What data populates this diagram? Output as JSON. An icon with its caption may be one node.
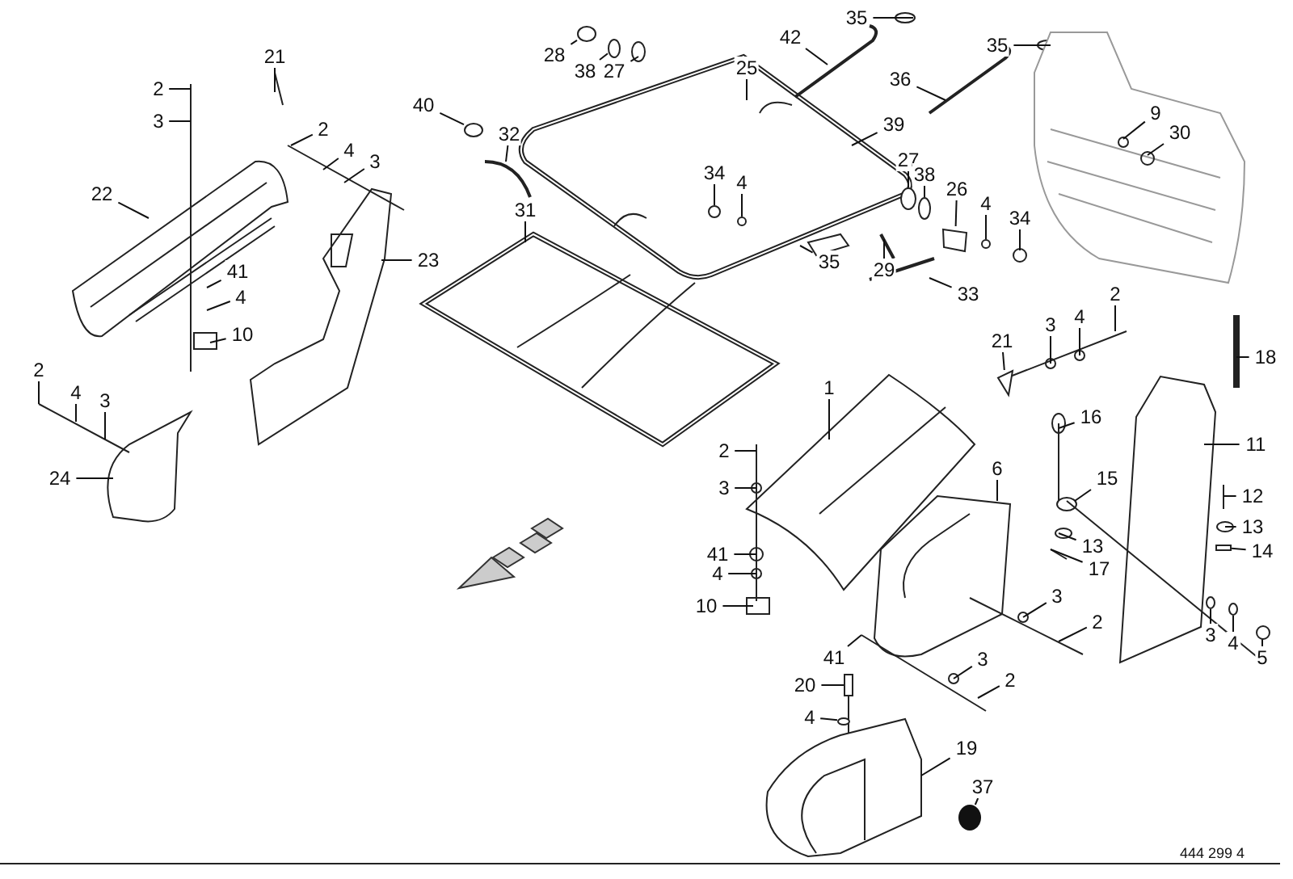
{
  "diagram": {
    "nodes": [
      {
        "text": [
          "2"
        ]
      },
      {
        "text": [
          "3"
        ]
      },
      {
        "text": [
          "21"
        ]
      },
      {
        "text": [
          "22"
        ]
      },
      {
        "text": [
          "2"
        ]
      },
      {
        "text": [
          "4"
        ]
      },
      {
        "text": [
          "3"
        ]
      },
      {
        "text": [
          "23"
        ]
      },
      {
        "text": [
          "41"
        ]
      },
      {
        "text": [
          "4"
        ]
      },
      {
        "text": [
          "10"
        ]
      },
      {
        "text": [
          "2"
        ]
      },
      {
        "text": [
          "4"
        ]
      },
      {
        "text": [
          "3"
        ]
      },
      {
        "text": [
          "24"
        ]
      },
      {
        "text": [
          "40"
        ]
      },
      {
        "text": [
          "32"
        ]
      },
      {
        "text": [
          "28"
        ]
      },
      {
        "text": [
          "38"
        ]
      },
      {
        "text": [
          "27"
        ]
      },
      {
        "text": [
          "42"
        ]
      },
      {
        "text": [
          "25"
        ]
      },
      {
        "text": [
          "35"
        ]
      },
      {
        "text": [
          "35"
        ]
      },
      {
        "text": [
          "36"
        ]
      },
      {
        "text": [
          "39"
        ]
      },
      {
        "text": [
          "31"
        ]
      },
      {
        "text": [
          "34"
        ]
      },
      {
        "text": [
          "4"
        ]
      },
      {
        "text": [
          "35"
        ]
      },
      {
        "text": [
          "27"
        ]
      },
      {
        "text": [
          "38"
        ]
      },
      {
        "text": [
          "26"
        ]
      },
      {
        "text": [
          "4"
        ]
      },
      {
        "text": [
          "34"
        ]
      },
      {
        "text": [
          "29"
        ]
      },
      {
        "text": [
          "33"
        ]
      },
      {
        "text": [
          "9"
        ]
      },
      {
        "text": [
          "30"
        ]
      },
      {
        "text": [
          "21"
        ]
      },
      {
        "text": [
          "3"
        ]
      },
      {
        "text": [
          "4"
        ]
      },
      {
        "text": [
          "2"
        ]
      },
      {
        "text": [
          "18"
        ]
      },
      {
        "text": [
          "1"
        ]
      },
      {
        "text": [
          "16"
        ]
      },
      {
        "text": [
          "15"
        ]
      },
      {
        "text": [
          "11"
        ]
      },
      {
        "text": [
          "12"
        ]
      },
      {
        "text": [
          "13"
        ]
      },
      {
        "text": [
          "13"
        ]
      },
      {
        "text": [
          "14"
        ]
      },
      {
        "text": [
          "17"
        ]
      },
      {
        "text": [
          "2"
        ]
      },
      {
        "text": [
          "3"
        ]
      },
      {
        "text": [
          "6"
        ]
      },
      {
        "text": [
          "41"
        ]
      },
      {
        "text": [
          "4"
        ]
      },
      {
        "text": [
          "10"
        ]
      },
      {
        "text": [
          "3"
        ]
      },
      {
        "text": [
          "2"
        ]
      },
      {
        "text": [
          "3"
        ]
      },
      {
        "text": [
          "4"
        ]
      },
      {
        "text": [
          "5"
        ]
      },
      {
        "text": [
          "41"
        ]
      },
      {
        "text": [
          "3"
        ]
      },
      {
        "text": [
          "2"
        ]
      },
      {
        "text": [
          "20"
        ]
      },
      {
        "text": [
          "4"
        ]
      },
      {
        "text": [
          "19"
        ]
      },
      {
        "text": [
          "37"
        ]
      },
      {
        "text": [],
        "shape": "circle"
      },
      {
        "text": [],
        "shape": "circle"
      },
      {
        "text": [],
        "shape": "circle"
      },
      {
        "text": [],
        "shape": "circle"
      },
      {
        "text": [],
        "shape": "box"
      },
      {
        "text": [],
        "shape": "circle"
      },
      {
        "text": [],
        "shape": "picture"
      },
      {
        "text": [],
        "shape": "bar"
      },
      {
        "text": [],
        "shape": "circle"
      },
      {
        "text": [],
        "shape": "circle"
      },
      {
        "text": [],
        "shape": "bar"
      },
      {
        "text": [],
        "shape": "disc"
      },
      {
        "text": [],
        "shape": "circle"
      },
      {
        "text": [],
        "shape": "circle"
      },
      {
        "text": [],
        "shape": "circle"
      },
      {
        "text": [],
        "shape": "circle"
      },
      {
        "text": [],
        "shape": "circle"
      }
    ],
    "edges": [
      {
        "from": 0,
        "to": null,
        "arrow": "none"
      },
      {
        "from": 1,
        "to": null,
        "arrow": "none"
      },
      {
        "from": 2,
        "to": null,
        "arrow": "none"
      },
      {
        "from": 3,
        "to": null,
        "arrow": "none"
      },
      {
        "from": 4,
        "to": null,
        "arrow": "none"
      },
      {
        "from": 5,
        "to": null,
        "arrow": "none"
      },
      {
        "from": 6,
        "to": null,
        "arrow": "none"
      },
      {
        "from": 7,
        "to": null,
        "arrow": "none"
      },
      {
        "from": 8,
        "to": null,
        "arrow": "none"
      },
      {
        "from": 9,
        "to": null,
        "arrow": "none"
      },
      {
        "from": 10,
        "to": null,
        "arrow": "none"
      },
      {
        "from": 11,
        "to": null,
        "arrow": "none"
      },
      {
        "from": 12,
        "to": null,
        "arrow": "none"
      },
      {
        "from": 13,
        "to": null,
        "arrow": "none"
      },
      {
        "from": 14,
        "to": null,
        "arrow": "none"
      },
      {
        "from": 15,
        "to": 71,
        "arrow": "none"
      },
      {
        "from": 16,
        "to": null,
        "arrow": "none"
      },
      {
        "from": 17,
        "to": 83,
        "arrow": "none"
      },
      {
        "from": 18,
        "to": 72,
        "arrow": "none"
      },
      {
        "from": 19,
        "to": null,
        "arrow": "none"
      },
      {
        "from": 20,
        "to": null,
        "arrow": "none"
      },
      {
        "from": 21,
        "to": null,
        "arrow": "none"
      },
      {
        "from": 22,
        "to": null,
        "arrow": "none"
      },
      {
        "from": 23,
        "to": null,
        "arrow": "none"
      },
      {
        "from": 24,
        "to": null,
        "arrow": "none"
      },
      {
        "from": 25,
        "to": null,
        "arrow": "none"
      },
      {
        "from": 26,
        "to": null,
        "arrow": "none"
      },
      {
        "from": 27,
        "to": 73,
        "arrow": "none"
      },
      {
        "from": 28,
        "to": 84,
        "arrow": "none"
      },
      {
        "from": 29,
        "to": null,
        "arrow": "none"
      },
      {
        "from": 30,
        "to": 74,
        "arrow": "none"
      },
      {
        "from": 31,
        "to": 85,
        "arrow": "none"
      },
      {
        "from": 32,
        "to": 75,
        "arrow": "none"
      },
      {
        "from": 33,
        "to": 76,
        "arrow": "none"
      },
      {
        "from": 34,
        "to": null,
        "arrow": "none"
      },
      {
        "from": 35,
        "to": null,
        "arrow": "none"
      },
      {
        "from": 36,
        "to": null,
        "arrow": "none"
      },
      {
        "from": 37,
        "to": null,
        "arrow": "none"
      },
      {
        "from": 38,
        "to": null,
        "arrow": "none"
      },
      {
        "from": 39,
        "to": 77,
        "arrow": "none"
      },
      {
        "from": 40,
        "to": null,
        "arrow": "none"
      },
      {
        "from": 41,
        "to": null,
        "arrow": "none"
      },
      {
        "from": 42,
        "to": null,
        "arrow": "none"
      },
      {
        "from": 43,
        "to": null,
        "arrow": "none"
      },
      {
        "from": 44,
        "to": null,
        "arrow": "none"
      },
      {
        "from": 45,
        "to": null,
        "arrow": "none"
      },
      {
        "from": 46,
        "to": null,
        "arrow": "none"
      },
      {
        "from": 47,
        "to": null,
        "arrow": "none"
      },
      {
        "from": 48,
        "to": null,
        "arrow": "none"
      },
      {
        "from": 49,
        "to": null,
        "arrow": "none"
      },
      {
        "from": 50,
        "to": null,
        "arrow": "none"
      },
      {
        "from": 51,
        "to": 78,
        "arrow": "none"
      },
      {
        "from": 52,
        "to": null,
        "arrow": "none"
      },
      {
        "from": 53,
        "to": null,
        "arrow": "none"
      },
      {
        "from": 54,
        "to": null,
        "arrow": "none"
      },
      {
        "from": 55,
        "to": null,
        "arrow": "none"
      },
      {
        "from": 56,
        "to": null,
        "arrow": "none"
      },
      {
        "from": 57,
        "to": null,
        "arrow": "none"
      },
      {
        "from": 58,
        "to": null,
        "arrow": "none"
      },
      {
        "from": 59,
        "to": null,
        "arrow": "none"
      },
      {
        "from": 60,
        "to": null,
        "arrow": "none"
      },
      {
        "from": 61,
        "to": 86,
        "arrow": "none"
      },
      {
        "from": 62,
        "to": 79,
        "arrow": "none"
      },
      {
        "from": 63,
        "to": 80,
        "arrow": "none"
      },
      {
        "from": 64,
        "to": null,
        "arrow": "none"
      },
      {
        "from": 65,
        "to": null,
        "arrow": "none"
      },
      {
        "from": 66,
        "to": null,
        "arrow": "none"
      },
      {
        "from": 67,
        "to": 81,
        "arrow": "none"
      },
      {
        "from": 68,
        "to": 87,
        "arrow": "none"
      },
      {
        "from": 69,
        "to": null,
        "arrow": "none"
      },
      {
        "from": 70,
        "to": 82,
        "arrow": "none"
      }
    ],
    "labels": [
      "444 299 4"
    ]
  }
}
